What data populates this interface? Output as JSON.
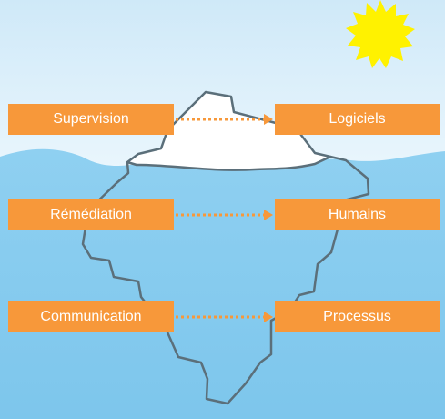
{
  "colors": {
    "sky_top": "#cfe9f8",
    "sky_bottom": "#eaf6fd",
    "sea_top": "#8fd0f1",
    "sea_bottom": "#7dc6ec",
    "wave": "#29a8e0",
    "iceberg_stroke": "#5b6f7a",
    "iceberg_tip": "#ffffff",
    "sun": "#fff200",
    "box": "#f7983a",
    "arrow": "#f7983a"
  },
  "icons": {
    "sun": "sun-icon",
    "iceberg": "iceberg-icon",
    "arrow": "dotted-arrow-icon"
  },
  "rows": [
    {
      "left_label": "Supervision",
      "right_label": "Logiciels"
    },
    {
      "left_label": "Rémédiation",
      "right_label": "Humains"
    },
    {
      "left_label": "Communication",
      "right_label": "Processus"
    }
  ]
}
